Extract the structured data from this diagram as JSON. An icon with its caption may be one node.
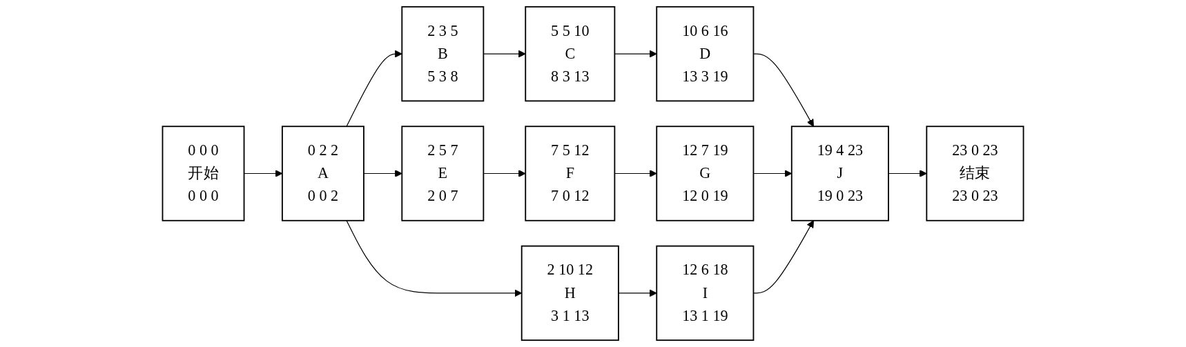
{
  "diagram": {
    "nodes": [
      {
        "text": [
          "0",
          "0",
          "0",
          "开始",
          "0",
          "0",
          "0"
        ]
      },
      {
        "text": [
          "0",
          "2",
          "2",
          "A",
          "0",
          "0",
          "2"
        ]
      },
      {
        "text": [
          "2",
          "3",
          "5",
          "B",
          "5",
          "3",
          "8"
        ]
      },
      {
        "text": [
          "5",
          "5",
          "10",
          "C",
          "8",
          "3",
          "13"
        ]
      },
      {
        "text": [
          "10",
          "6",
          "16",
          "D",
          "13",
          "3",
          "19"
        ]
      },
      {
        "text": [
          "2",
          "5",
          "7",
          "E",
          "2",
          "0",
          "7"
        ]
      },
      {
        "text": [
          "7",
          "5",
          "12",
          "F",
          "7",
          "0",
          "12"
        ]
      },
      {
        "text": [
          "12",
          "7",
          "19",
          "G",
          "12",
          "0",
          "19"
        ]
      },
      {
        "text": [
          "2",
          "10",
          "12",
          "H",
          "3",
          "1",
          "13"
        ]
      },
      {
        "text": [
          "12",
          "6",
          "18",
          "I",
          "13",
          "1",
          "19"
        ]
      },
      {
        "text": [
          "19",
          "4",
          "23",
          "J",
          "19",
          "0",
          "23"
        ]
      },
      {
        "text": [
          "23",
          "0",
          "23",
          "结束",
          "23",
          "0",
          "23"
        ]
      }
    ],
    "edges": [
      {
        "from": 0,
        "to": 1,
        "arrow": "to"
      },
      {
        "from": 1,
        "to": 2,
        "arrow": "to"
      },
      {
        "from": 1,
        "to": 5,
        "arrow": "to"
      },
      {
        "from": 1,
        "to": 8,
        "arrow": "to"
      },
      {
        "from": 2,
        "to": 3,
        "arrow": "to"
      },
      {
        "from": 3,
        "to": 4,
        "arrow": "to"
      },
      {
        "from": 4,
        "to": 10,
        "arrow": "to"
      },
      {
        "from": 5,
        "to": 6,
        "arrow": "to"
      },
      {
        "from": 6,
        "to": 7,
        "arrow": "to"
      },
      {
        "from": 7,
        "to": 10,
        "arrow": "to"
      },
      {
        "from": 8,
        "to": 9,
        "arrow": "to"
      },
      {
        "from": 9,
        "to": 10,
        "arrow": "to"
      },
      {
        "from": 10,
        "to": 11,
        "arrow": "to"
      }
    ]
  }
}
